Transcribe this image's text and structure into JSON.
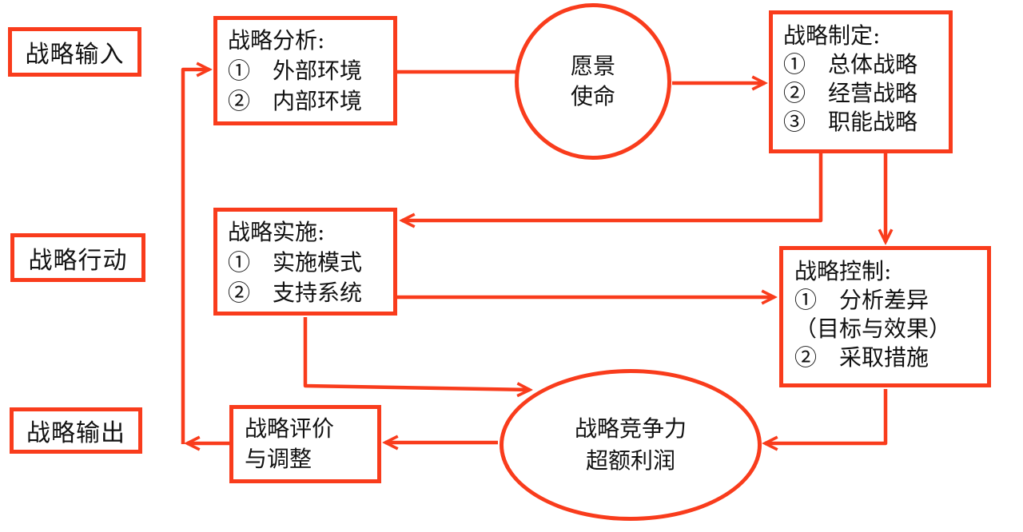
{
  "colors": {
    "accent": "#f93c1c",
    "text": "#111111",
    "background": "#ffffff"
  },
  "row_labels": [
    {
      "label": "战略输入"
    },
    {
      "label": "战略行动"
    },
    {
      "label": "战略输出"
    }
  ],
  "nodes": {
    "analysis": {
      "lines": [
        "战略分析:",
        "①　外部环境",
        "②　内部环境"
      ]
    },
    "vision": {
      "lines": [
        "愿景",
        "使命"
      ]
    },
    "formulation": {
      "lines": [
        "战略制定:",
        "①　总体战略",
        "②　经营战略",
        "③　职能战略"
      ]
    },
    "implementation": {
      "lines": [
        "战略实施:",
        "①　实施模式",
        "②　支持系统"
      ]
    },
    "control": {
      "lines": [
        "战略控制:",
        "①　分析差异",
        "（目标与效果）",
        "②　采取措施"
      ]
    },
    "evaluation": {
      "lines": [
        "战略评价",
        "与调整"
      ]
    },
    "outcome": {
      "lines": [
        "战略竞争力",
        "超额利润"
      ]
    }
  },
  "connections": [
    {
      "from": "analysis",
      "to": "vision",
      "arrow": false
    },
    {
      "from": "vision",
      "to": "formulation",
      "arrow": true
    },
    {
      "from": "formulation",
      "to": "implementation",
      "arrow": true
    },
    {
      "from": "formulation",
      "to": "control",
      "arrow": true
    },
    {
      "from": "implementation",
      "to": "control",
      "arrow": true
    },
    {
      "from": "implementation",
      "to": "outcome",
      "arrow": true
    },
    {
      "from": "control",
      "to": "outcome",
      "arrow": true
    },
    {
      "from": "outcome",
      "to": "evaluation",
      "arrow": true
    },
    {
      "from": "evaluation",
      "to": "analysis",
      "arrow": true
    }
  ]
}
